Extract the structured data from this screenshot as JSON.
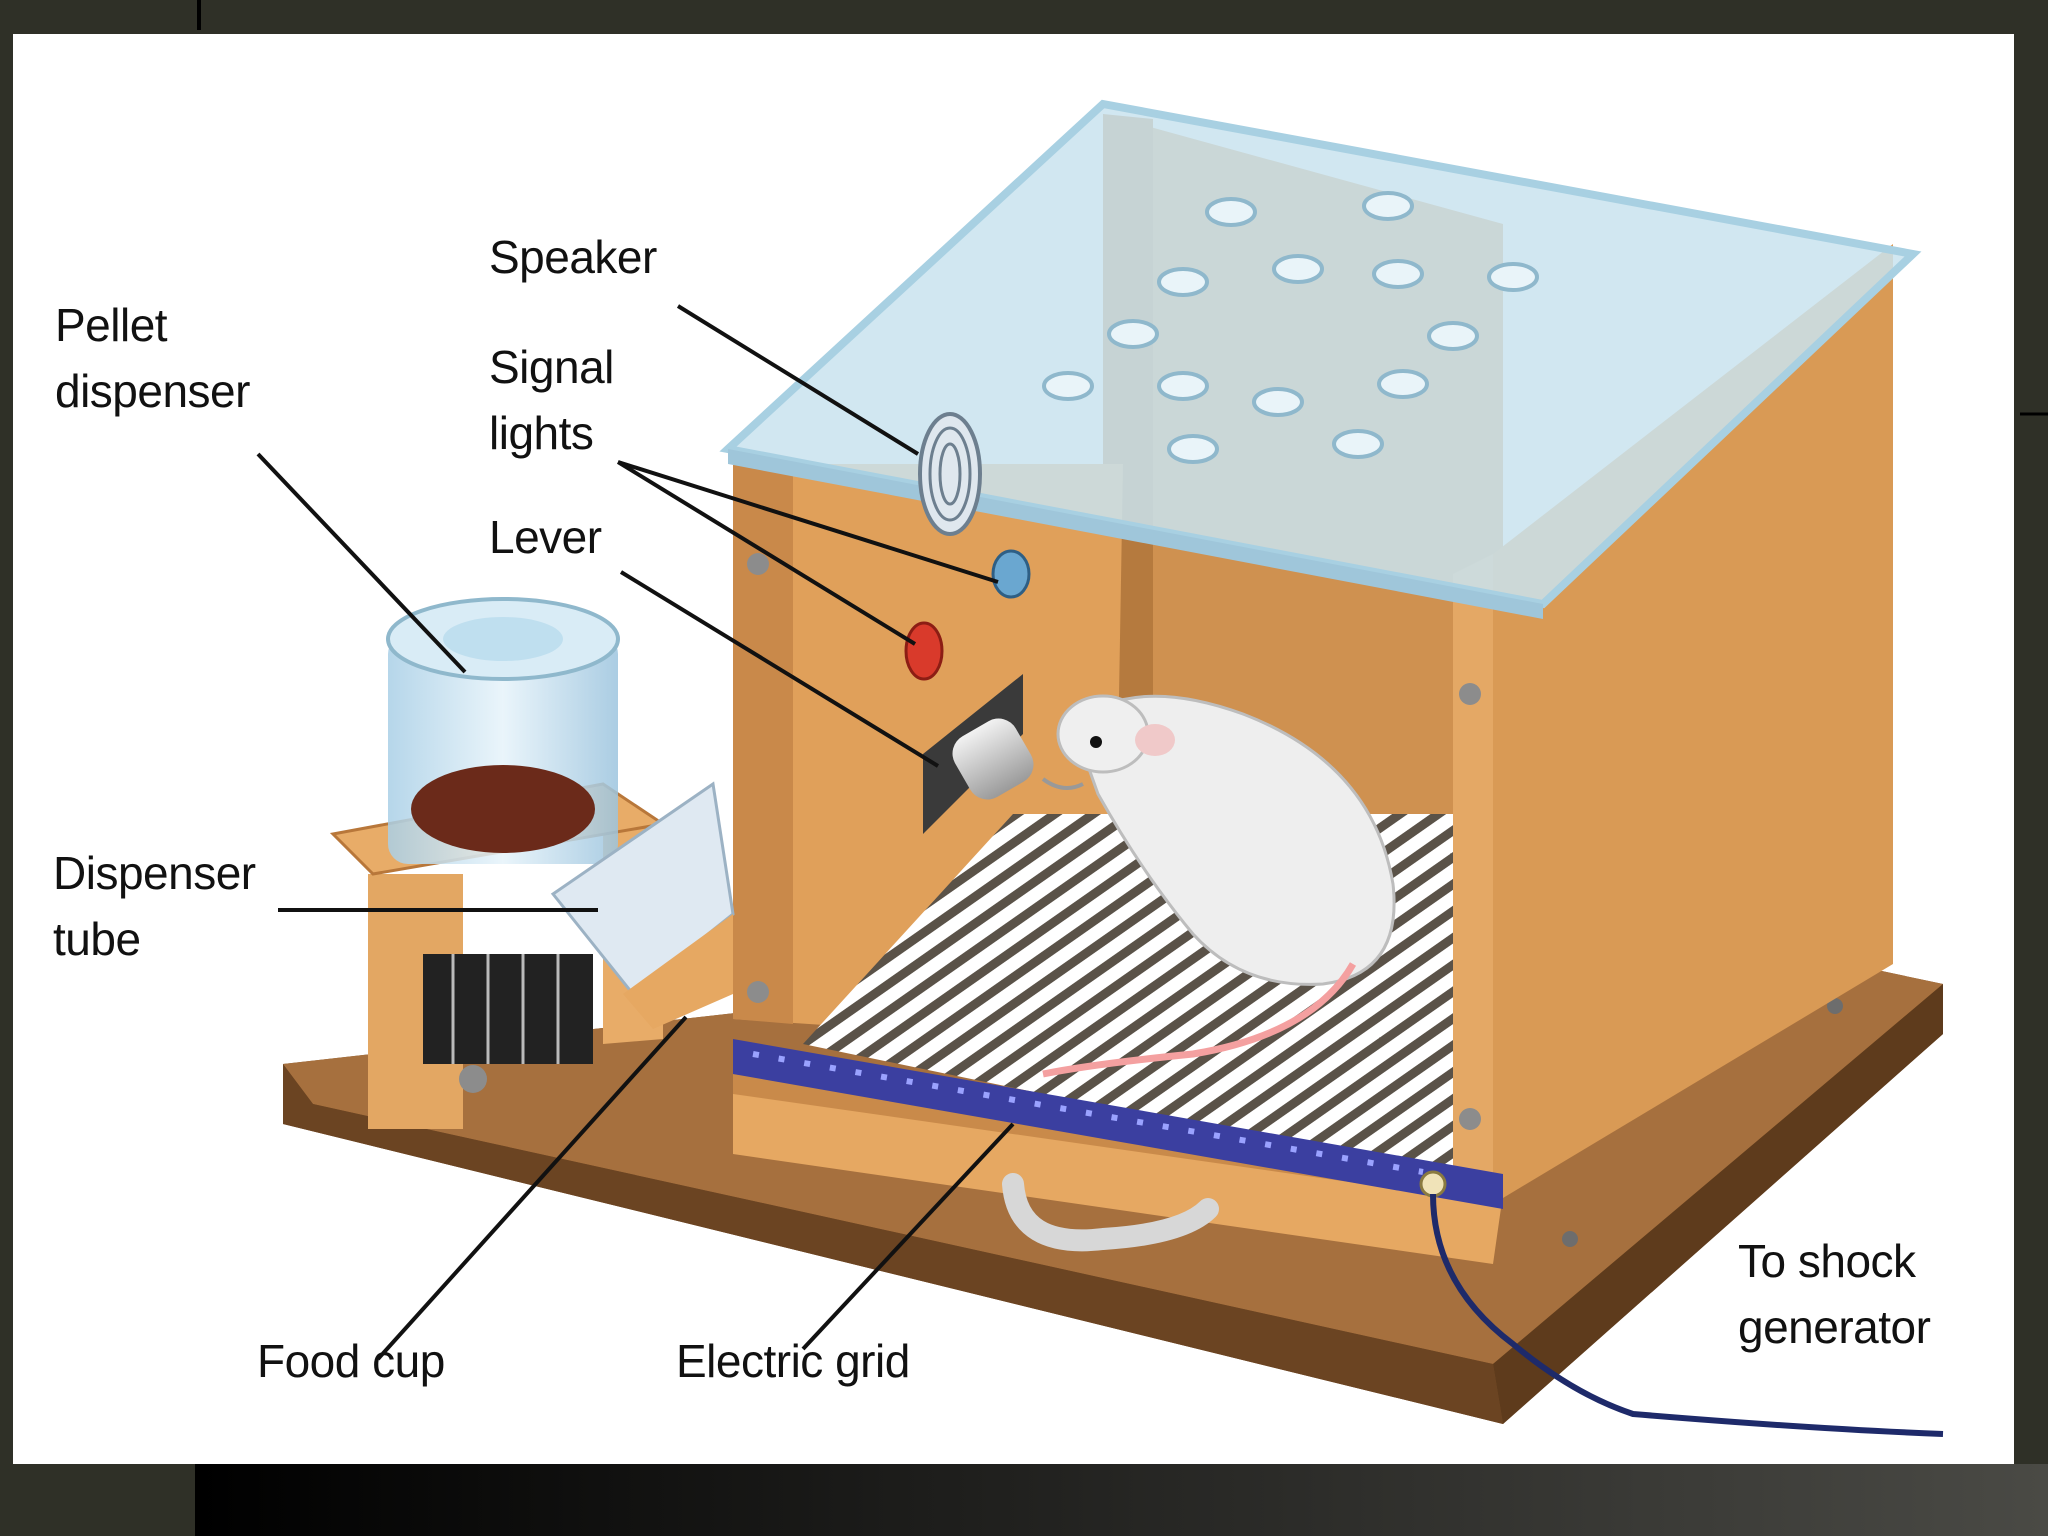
{
  "diagram": {
    "labels": {
      "speaker": "Speaker",
      "pellet_dispenser": "Pellet\ndispenser",
      "signal_lights": "Signal\nlights",
      "lever": "Lever",
      "dispenser_tube": "Dispenser\ntube",
      "food_cup": "Food cup",
      "electric_grid": "Electric grid",
      "to_shock_generator": "To shock\ngenerator"
    },
    "colors": {
      "slide_background": "#2f3027",
      "panel": "#ffffff",
      "box_wood": "#e0a05a",
      "base_board": "#8a5a32",
      "glass": "#c9e3ef",
      "grid_bar": "#3b3fa0",
      "signal_light_red": "#d93a2b",
      "signal_light_blue": "#6aa7d0",
      "cable": "#1e2a6a"
    }
  }
}
